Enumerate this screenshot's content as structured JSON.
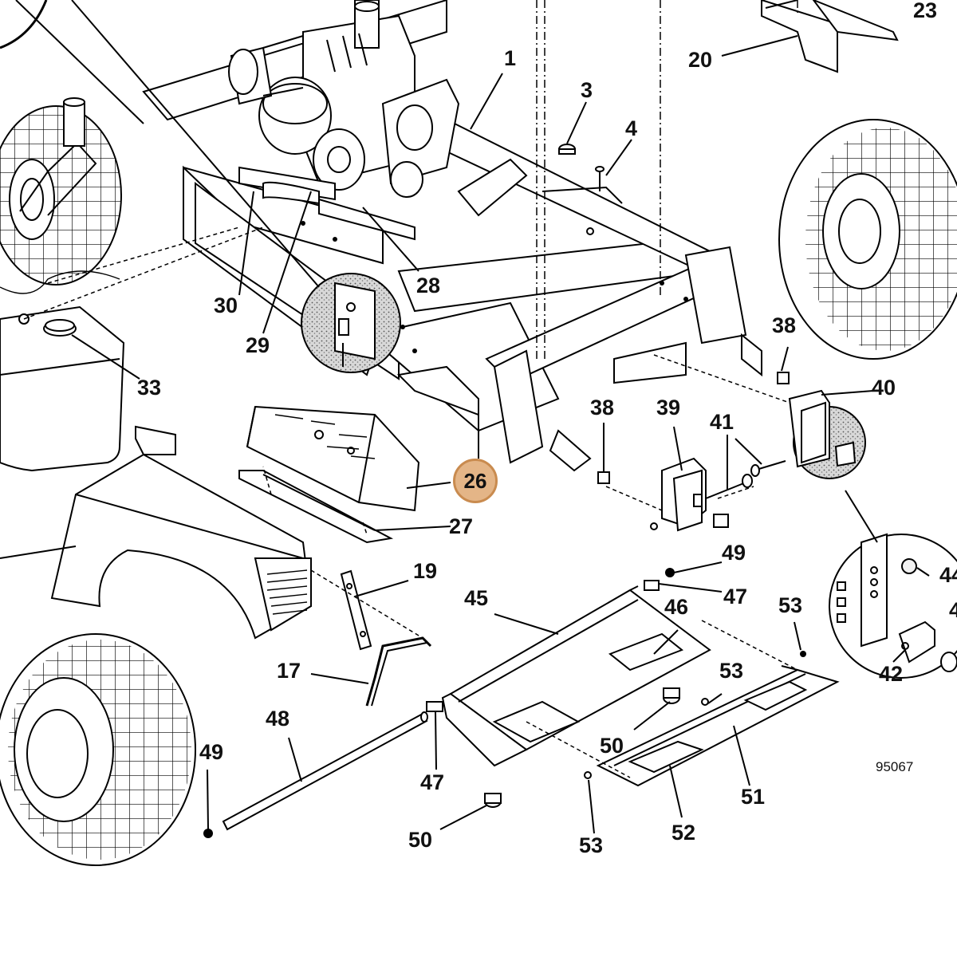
{
  "diagram_code": "95067",
  "highlighted_part": "26",
  "callouts": [
    "1",
    "3",
    "4",
    "20",
    "23",
    "30",
    "29",
    "28",
    "33",
    "38",
    "38",
    "39",
    "40",
    "41",
    "26",
    "27",
    "19",
    "17",
    "48",
    "49",
    "47",
    "45",
    "46",
    "49",
    "47",
    "53",
    "53",
    "50",
    "50",
    "53",
    "51",
    "52",
    "42",
    "44",
    "4"
  ]
}
